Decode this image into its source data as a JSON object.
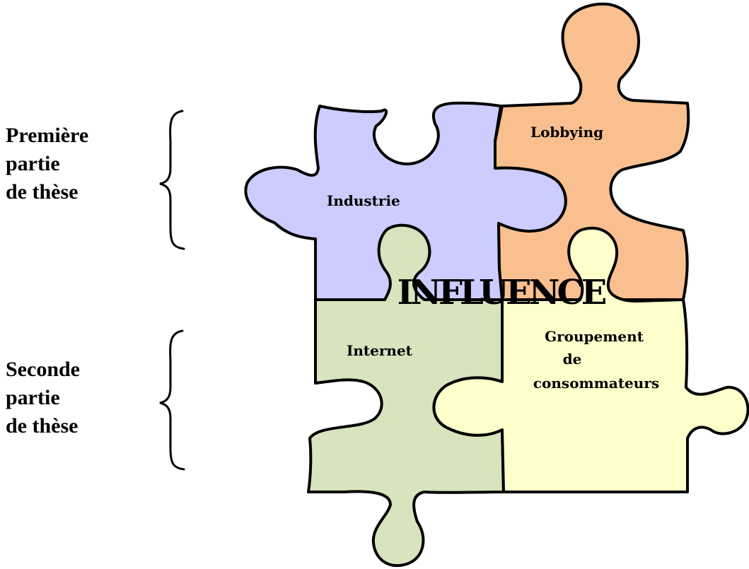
{
  "left_labels": {
    "part_one": [
      "Première",
      "partie",
      "de thèse"
    ],
    "part_two": [
      "Seconde",
      "partie",
      "de thèse"
    ]
  },
  "pieces": {
    "industrie": {
      "label": "Industrie",
      "color": "#ccccff"
    },
    "lobbying": {
      "label": "Lobbying",
      "color": "#fabf8f"
    },
    "internet": {
      "label": "Internet",
      "color": "#d7e4bd"
    },
    "groupement": {
      "label_lines": [
        "Groupement",
        "de",
        "consommateurs"
      ],
      "color": "#ffffcc"
    }
  },
  "center_word": "INFLUENCE"
}
